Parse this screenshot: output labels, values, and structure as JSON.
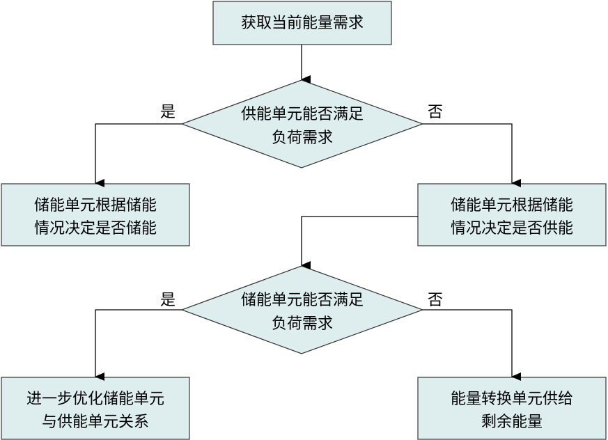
{
  "nodes": {
    "start": "获取当前能量需求",
    "decision1": [
      "供能单元能否满足",
      "负荷需求"
    ],
    "store_decide": [
      "储能单元根据储能",
      "情况决定是否储能"
    ],
    "supply_decide": [
      "储能单元根据储能",
      "情况决定是否供能"
    ],
    "decision2": [
      "储能单元能否满足",
      "负荷需求"
    ],
    "optimize": [
      "进一步优化储能单元",
      "与供能单元关系"
    ],
    "convert": [
      "能量转换单元供给",
      "剩余能量"
    ]
  },
  "branches": {
    "d1_yes": "是",
    "d1_no": "否",
    "d2_yes": "是",
    "d2_no": "否"
  },
  "colors": {
    "node_fill": "#deeeef",
    "node_stroke": "#333333",
    "edge": "#000000"
  }
}
